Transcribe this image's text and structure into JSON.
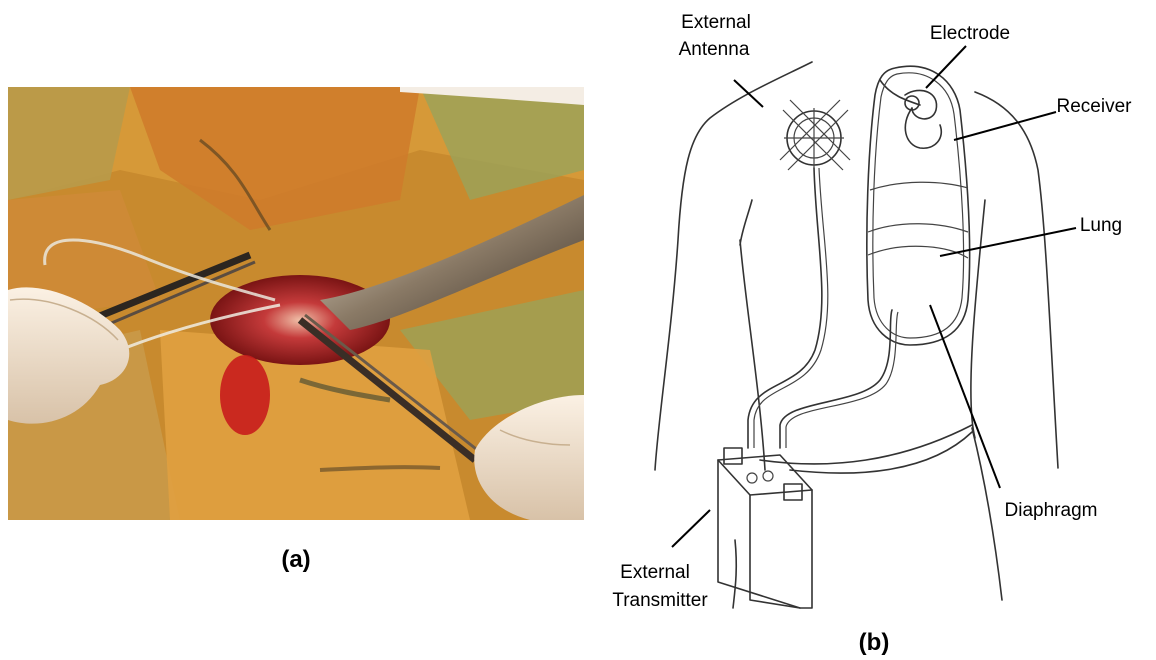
{
  "panel_a": {
    "caption": "(a)"
  },
  "panel_b": {
    "caption": "(b)",
    "labels": {
      "external_antenna_line1": "External",
      "external_antenna_line2": "Antenna",
      "electrode": "Electrode",
      "receiver": "Receiver",
      "lung": "Lung",
      "diaphragm": "Diaphragm",
      "external_transmitter_line1": "External",
      "external_transmitter_line2": "Transmitter"
    }
  }
}
